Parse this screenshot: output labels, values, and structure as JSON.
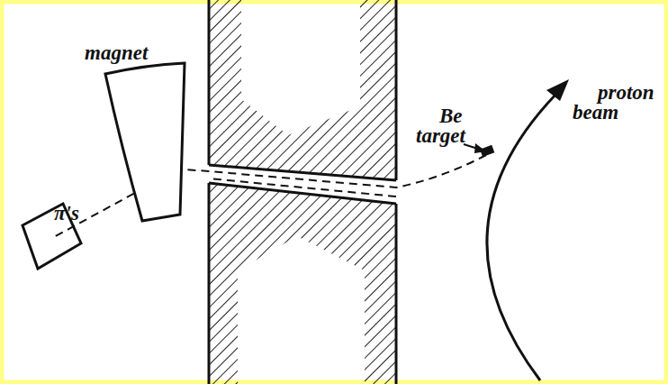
{
  "diagram": {
    "nodes": [
      {
        "text": [
          "magnet"
        ]
      }
    ],
    "labels": [
      "π's",
      "Be target",
      "proton beam"
    ]
  }
}
